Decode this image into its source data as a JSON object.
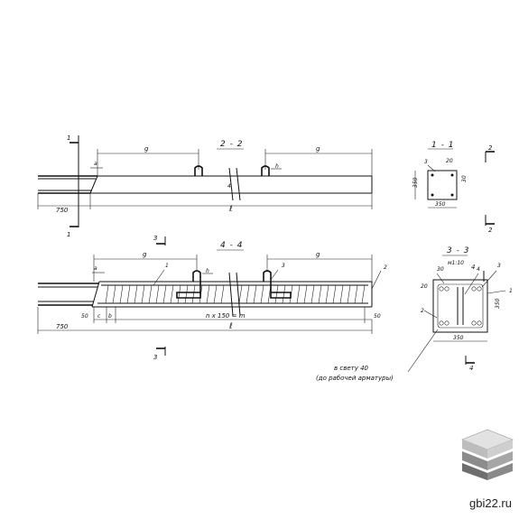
{
  "sections": {
    "s22": "2 - 2",
    "s44": "4 - 4",
    "s11": "1 - 1",
    "s33": "3 - 3",
    "scale": "м1:10"
  },
  "cuts": {
    "c1": "1",
    "c2": "2",
    "c3": "3",
    "c4": "4"
  },
  "dims": {
    "d750": "750",
    "dl": "ℓ",
    "dg": "g",
    "da": "a",
    "dc": "c",
    "db": "b",
    "d50": "50",
    "d350": "350",
    "d20": "20",
    "d30": "30",
    "dn": "n x 150 = m",
    "dh": "h"
  },
  "marks": {
    "m1": "1",
    "m2": "2",
    "m3": "3",
    "m4": "4"
  },
  "notes": {
    "clear1": "в свету 40",
    "clear2": "(до рабочей арматуры)"
  },
  "brand": {
    "site": "gbi22.ru"
  }
}
